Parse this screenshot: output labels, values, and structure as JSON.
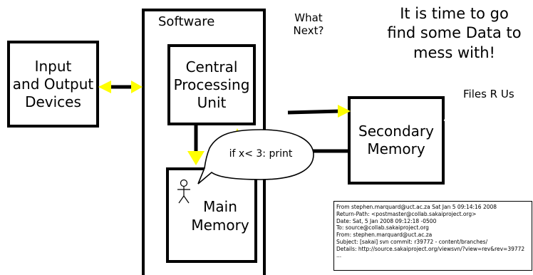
{
  "io_box": {
    "label": "Input\nand Output\nDevices"
  },
  "software": {
    "title": "Software"
  },
  "cpu": {
    "label": "Central\nProcessing\nUnit"
  },
  "main_memory": {
    "label": "Main\nMemory"
  },
  "secondary_memory": {
    "label": "Secondary\nMemory"
  },
  "what_next": "What\nNext?",
  "headline": "It is time to go\nfind some Data to\nmess with!",
  "speech_bubble": "if x< 3: print",
  "files_label": "Files R Us",
  "email_lines": [
    "From stephen.marquard@uct.ac.za Sat Jan  5 09:14:16 2008",
    "Return-Path: <postmaster@collab.sakaiproject.org>",
    "Date: Sat, 5 Jan 2008 09:12:18 -0500",
    "To: source@collab.sakaiproject.org",
    "From: stephen.marquard@uct.ac.za",
    "Subject: [sakai] svn commit: r39772 - content/branches/",
    "Details: http://source.sakaiproject.org/viewsvn/?view=rev&rev=39772",
    "..."
  ],
  "colors": {
    "arrow_yellow": "#ffff00",
    "line": "#000000"
  },
  "icons": {
    "person": "stick-figure-icon"
  }
}
